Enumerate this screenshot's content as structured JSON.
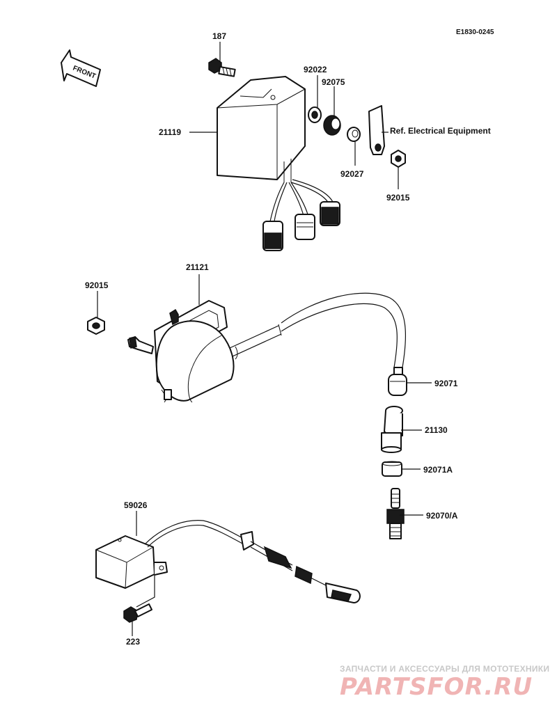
{
  "diagram_code": "E1830-0245",
  "front_label": "FRONT",
  "ref_text": "Ref. Electrical Equipment",
  "callouts": {
    "c187": "187",
    "c21119": "21119",
    "c92022": "92022",
    "c92075": "92075",
    "c92027": "92027",
    "c92015_top": "92015",
    "c21121": "21121",
    "c92015_left": "92015",
    "c92071": "92071",
    "c21130": "21130",
    "c92071A": "92071A",
    "c92070A": "92070/A",
    "c59026": "59026",
    "c223": "223"
  },
  "watermark": {
    "line1": "ЗАПЧАСТИ И АКСЕССУАРЫ ДЛЯ МОТОТЕХНИКИ",
    "line2": "PARTSFOR.RU"
  }
}
